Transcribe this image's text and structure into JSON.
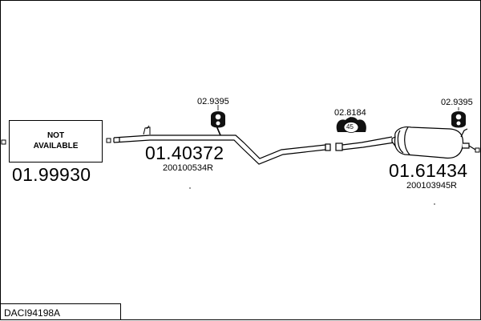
{
  "diagram": {
    "code": "DACI94198A",
    "not_available": {
      "line1": "NOT",
      "line2": "AVAILABLE",
      "part_number": "01.99930"
    },
    "middle_section": {
      "part_number": "01.40372",
      "oe_number": "200100534R",
      "hanger_part": "02.9395"
    },
    "clamp": {
      "part_number": "02.8184",
      "diameter": "45"
    },
    "rear_silencer": {
      "part_number": "01.61434",
      "oe_number": "200103945R",
      "hanger_part": "02.9395"
    }
  }
}
